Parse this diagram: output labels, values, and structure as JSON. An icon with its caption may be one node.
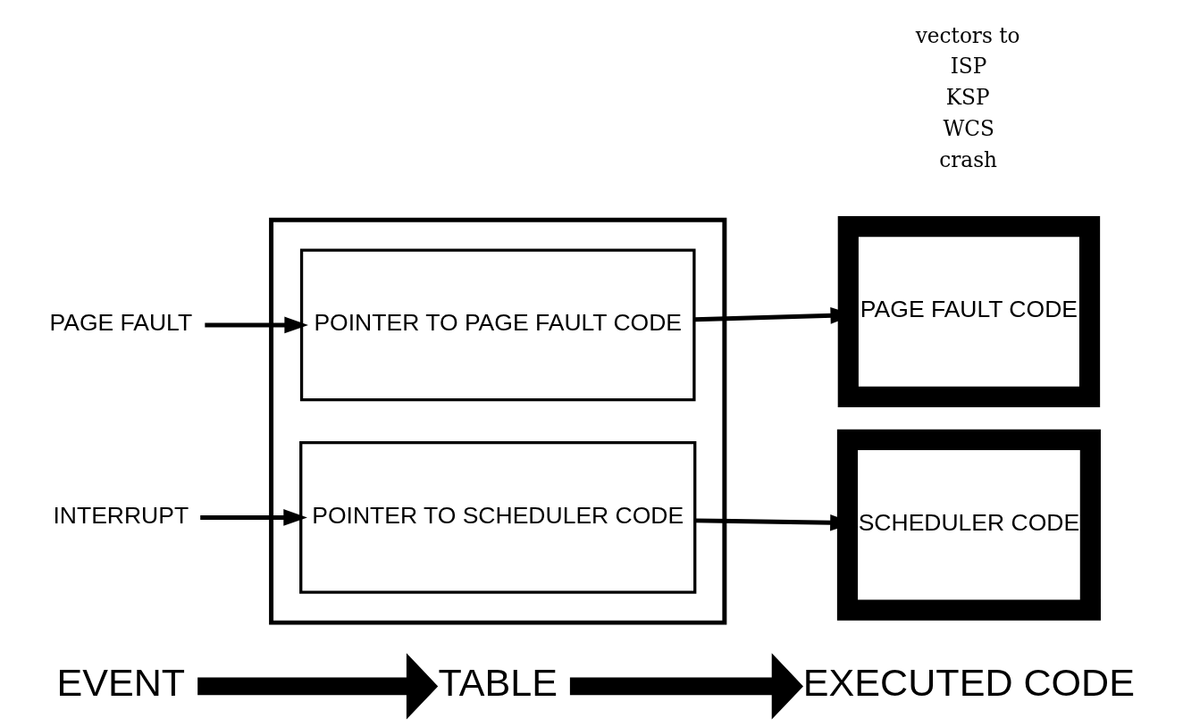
{
  "diagram": {
    "nodes": [
      {
        "text": [
          "EVENT"
        ]
      },
      {
        "text": [
          "TABLE"
        ]
      },
      {
        "text": [
          "EXECUTED CODE"
        ]
      },
      {
        "text": [],
        "shape": "box"
      },
      {
        "text": [
          "POINTER TO PAGE FAULT CODE"
        ],
        "in": 3
      },
      {
        "text": [
          "POINTER TO SCHEDULER CODE"
        ],
        "in": 3
      },
      {
        "text": [
          "PAGE FAULT"
        ]
      },
      {
        "text": [
          "INTERRUPT"
        ]
      },
      {
        "text": [
          "PAGE FAULT CODE"
        ]
      },
      {
        "text": [
          "SCHEDULER CODE"
        ]
      }
    ],
    "edges": [
      {
        "from": 0,
        "to": 1,
        "arrow": "to",
        "style": "thick"
      },
      {
        "from": 1,
        "to": 2,
        "arrow": "to",
        "style": "thick"
      },
      {
        "from": 6,
        "to": 4,
        "arrow": "to"
      },
      {
        "from": 7,
        "to": 5,
        "arrow": "to"
      },
      {
        "from": 4,
        "to": 8,
        "arrow": "to"
      },
      {
        "from": 5,
        "to": 9,
        "arrow": "to"
      }
    ],
    "labels": [
      "vectors to",
      "ISP",
      "KSP",
      "WCS",
      "crash"
    ]
  }
}
